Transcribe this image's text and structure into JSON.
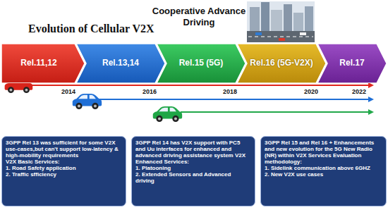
{
  "diagram": {
    "title": "Evolution of Cellular V2X",
    "nodes": [
      {
        "text": [
          "Rel.11,12"
        ]
      },
      {
        "text": [
          "Rel.13,14"
        ]
      },
      {
        "text": [
          "Rel.15 (5G)"
        ]
      },
      {
        "text": [
          "Rel.16 (5G-V2X)"
        ]
      },
      {
        "text": [
          "Rel.17"
        ]
      },
      {
        "text": [
          "3GPP Rel 13 was sufficient for some V2X use-cases,but can't support low-latency & high-mobility requirements",
          "V2X Basic Services:",
          "1. Road Safety application",
          "2. Traffic sfficiency"
        ]
      },
      {
        "text": [
          "3GPP Rel 14 has V2X support with PC5 and Uu interfaces for enhanced and advanced driving assistance system V2X Enhanced Services:",
          "1. Platooning",
          "2. Extended Sensors and Advanced driving"
        ]
      },
      {
        "text": [
          "3GPP Rel 15 and Rel 16 + Enhancements and new evolution for the 5G New Radio (NR) within V2X Services Evaluation methodology:",
          "1. Sidelink communication above 6GHZ",
          "2. New V2X use cases"
        ]
      }
    ],
    "labels": [
      "Cooperative Advance Driving",
      "2014",
      "2016",
      "2018",
      "2020",
      "2022"
    ]
  }
}
